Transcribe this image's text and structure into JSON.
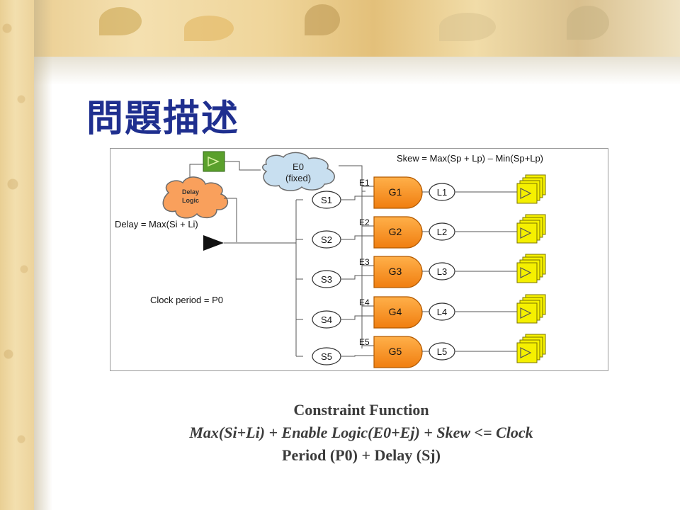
{
  "slide": {
    "title": "問題描述",
    "caption": {
      "line1": "Constraint Function",
      "line2": "Max(Si+Li) + Enable Logic(E0+Ej) + Skew <= Clock",
      "line3": "Period (P0) + Delay (Sj)"
    }
  },
  "diagram": {
    "skew_formula": "Skew = Max(Sp + Lp) – Min(Sp+Lp)",
    "delay_formula": "Delay = Max(Si + Li)",
    "clock_period": "Clock period = P0",
    "delay_logic_label_1": "Delay",
    "delay_logic_label_2": "Logic",
    "e0_label_1": "E0",
    "e0_label_2": "(fixed)",
    "sinks": [
      "S1",
      "S2",
      "S3",
      "S4",
      "S5"
    ],
    "enables": [
      "E1",
      "E2",
      "E3",
      "E4",
      "E5"
    ],
    "gates": [
      "G1",
      "G2",
      "G3",
      "G4",
      "G5"
    ],
    "loads": [
      "L1",
      "L2",
      "L3",
      "L4",
      "L5"
    ],
    "colors": {
      "gate_fill": "#f7941d",
      "cloud_fill": "#f9a05c",
      "cloud_e0_fill": "#c8dff0",
      "register_fill": "#f5f000",
      "source_fill": "#5aa02c"
    }
  }
}
